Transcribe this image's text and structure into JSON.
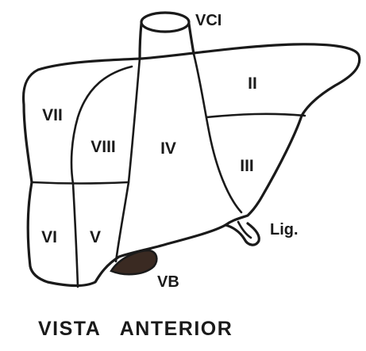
{
  "diagram": {
    "segments": {
      "I": "",
      "II": "II",
      "III": "III",
      "IV": "IV",
      "V": "V",
      "VI": "VI",
      "VII": "VII",
      "VIII": "VIII"
    },
    "annotations": {
      "vci": "VCI",
      "ligament": "Lig.",
      "gallbladder": "VB"
    },
    "caption": "VISTA   ANTERIOR",
    "colors": {
      "stroke": "#1a1a1a",
      "gallbladder_fill": "#3a2a22",
      "background": "#ffffff"
    }
  }
}
